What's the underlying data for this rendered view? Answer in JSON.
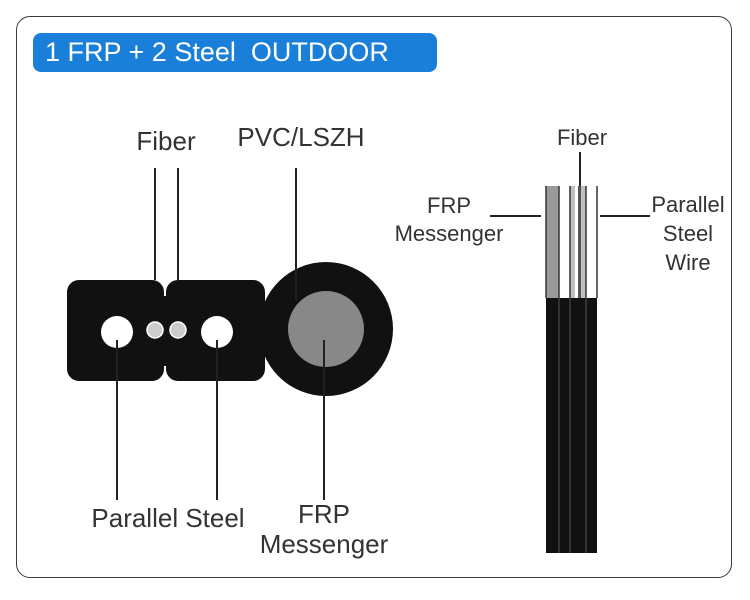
{
  "title": "1 FRP + 2 Steel  OUTDOOR",
  "cross_section": {
    "fiber_label": "Fiber",
    "sheath_label": "PVC/LSZH",
    "steel_label": "Parallel Steel",
    "frp_label_line1": "FRP",
    "frp_label_line2": "Messenger"
  },
  "side_view": {
    "fiber_label": "Fiber",
    "frp_label_line1": "FRP",
    "frp_label_line2": "Messenger",
    "wire_label_line1": "Parallel",
    "wire_label_line2": "Steel",
    "wire_label_line3": "Wire"
  },
  "colors": {
    "title_bg": "#1a7fd8",
    "cable_jacket": "#111111",
    "frp_rod": "#888888",
    "label_text": "#333333"
  }
}
